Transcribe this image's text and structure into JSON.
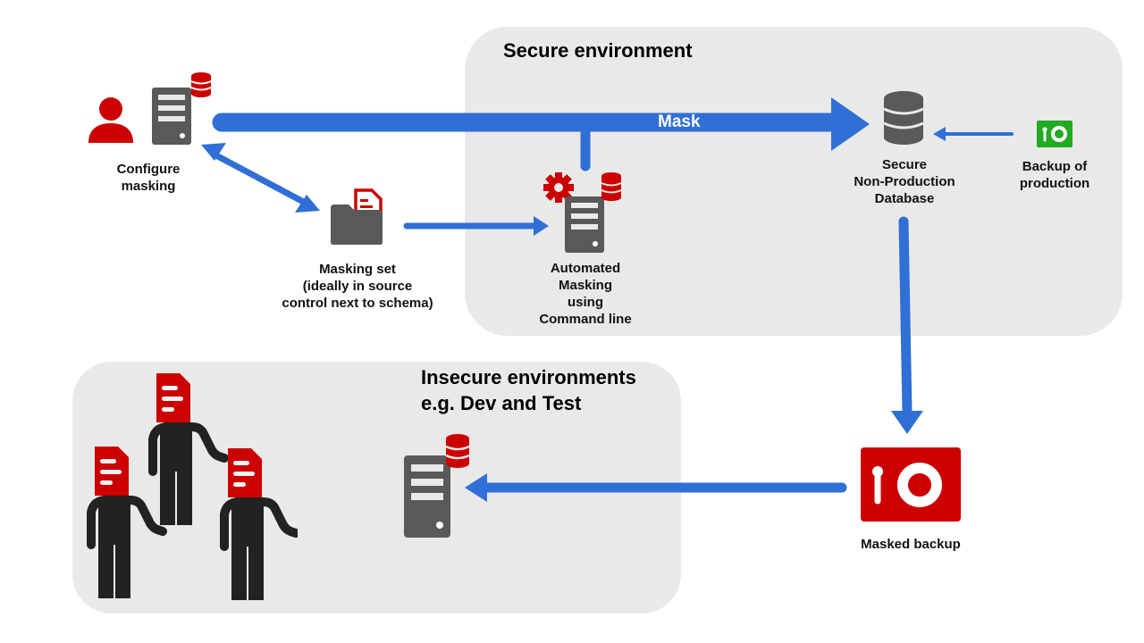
{
  "colors": {
    "arrow_blue": "#2f6fd6",
    "brand_red": "#cc0000",
    "server_gray": "#595959",
    "panel_gray": "#e9e9e9",
    "backup_green": "#22aa22",
    "person_black": "#222222"
  },
  "panels": {
    "secure": {
      "title": "Secure environment"
    },
    "insecure": {
      "title_line1": "Insecure environments",
      "title_line2": "e.g. Dev and Test"
    }
  },
  "nodes": {
    "configure": {
      "line1": "Configure",
      "line2": "masking",
      "icons": [
        "person-icon",
        "server-icon",
        "database-icon"
      ]
    },
    "masking_set": {
      "line1": "Masking set",
      "line2": "(ideally in source",
      "line3": "control next to schema)",
      "icons": [
        "folder-icon",
        "document-icon"
      ]
    },
    "automated": {
      "line1": "Automated",
      "line2": "Masking",
      "line3": "using",
      "line4": "Command line",
      "icons": [
        "gear-icon",
        "server-icon",
        "database-icon"
      ]
    },
    "secure_db": {
      "line1": "Secure",
      "line2": "Non-Production",
      "line3": "Database",
      "icons": [
        "database-icon"
      ]
    },
    "prod_backup": {
      "line1": "Backup of",
      "line2": "production",
      "icons": [
        "backup-icon"
      ]
    },
    "masked_backup": {
      "line1": "Masked backup",
      "icons": [
        "backup-icon"
      ]
    },
    "dev_server": {
      "icons": [
        "server-icon",
        "database-icon"
      ]
    },
    "developers": {
      "count": 3,
      "icons": [
        "person-icon",
        "document-icon"
      ]
    }
  },
  "arrows": {
    "mask": {
      "label": "Mask",
      "from": "configure",
      "to": "secure_db"
    },
    "configure_masking_set": {
      "from": "configure",
      "to": "masking_set",
      "bidirectional": true
    },
    "masking_set_automated": {
      "from": "masking_set",
      "to": "automated"
    },
    "automated_mask": {
      "from": "automated",
      "to": "mask"
    },
    "prod_backup_secure_db": {
      "from": "prod_backup",
      "to": "secure_db"
    },
    "secure_db_masked_backup": {
      "from": "secure_db",
      "to": "masked_backup"
    },
    "masked_backup_dev_server": {
      "from": "masked_backup",
      "to": "dev_server"
    }
  }
}
